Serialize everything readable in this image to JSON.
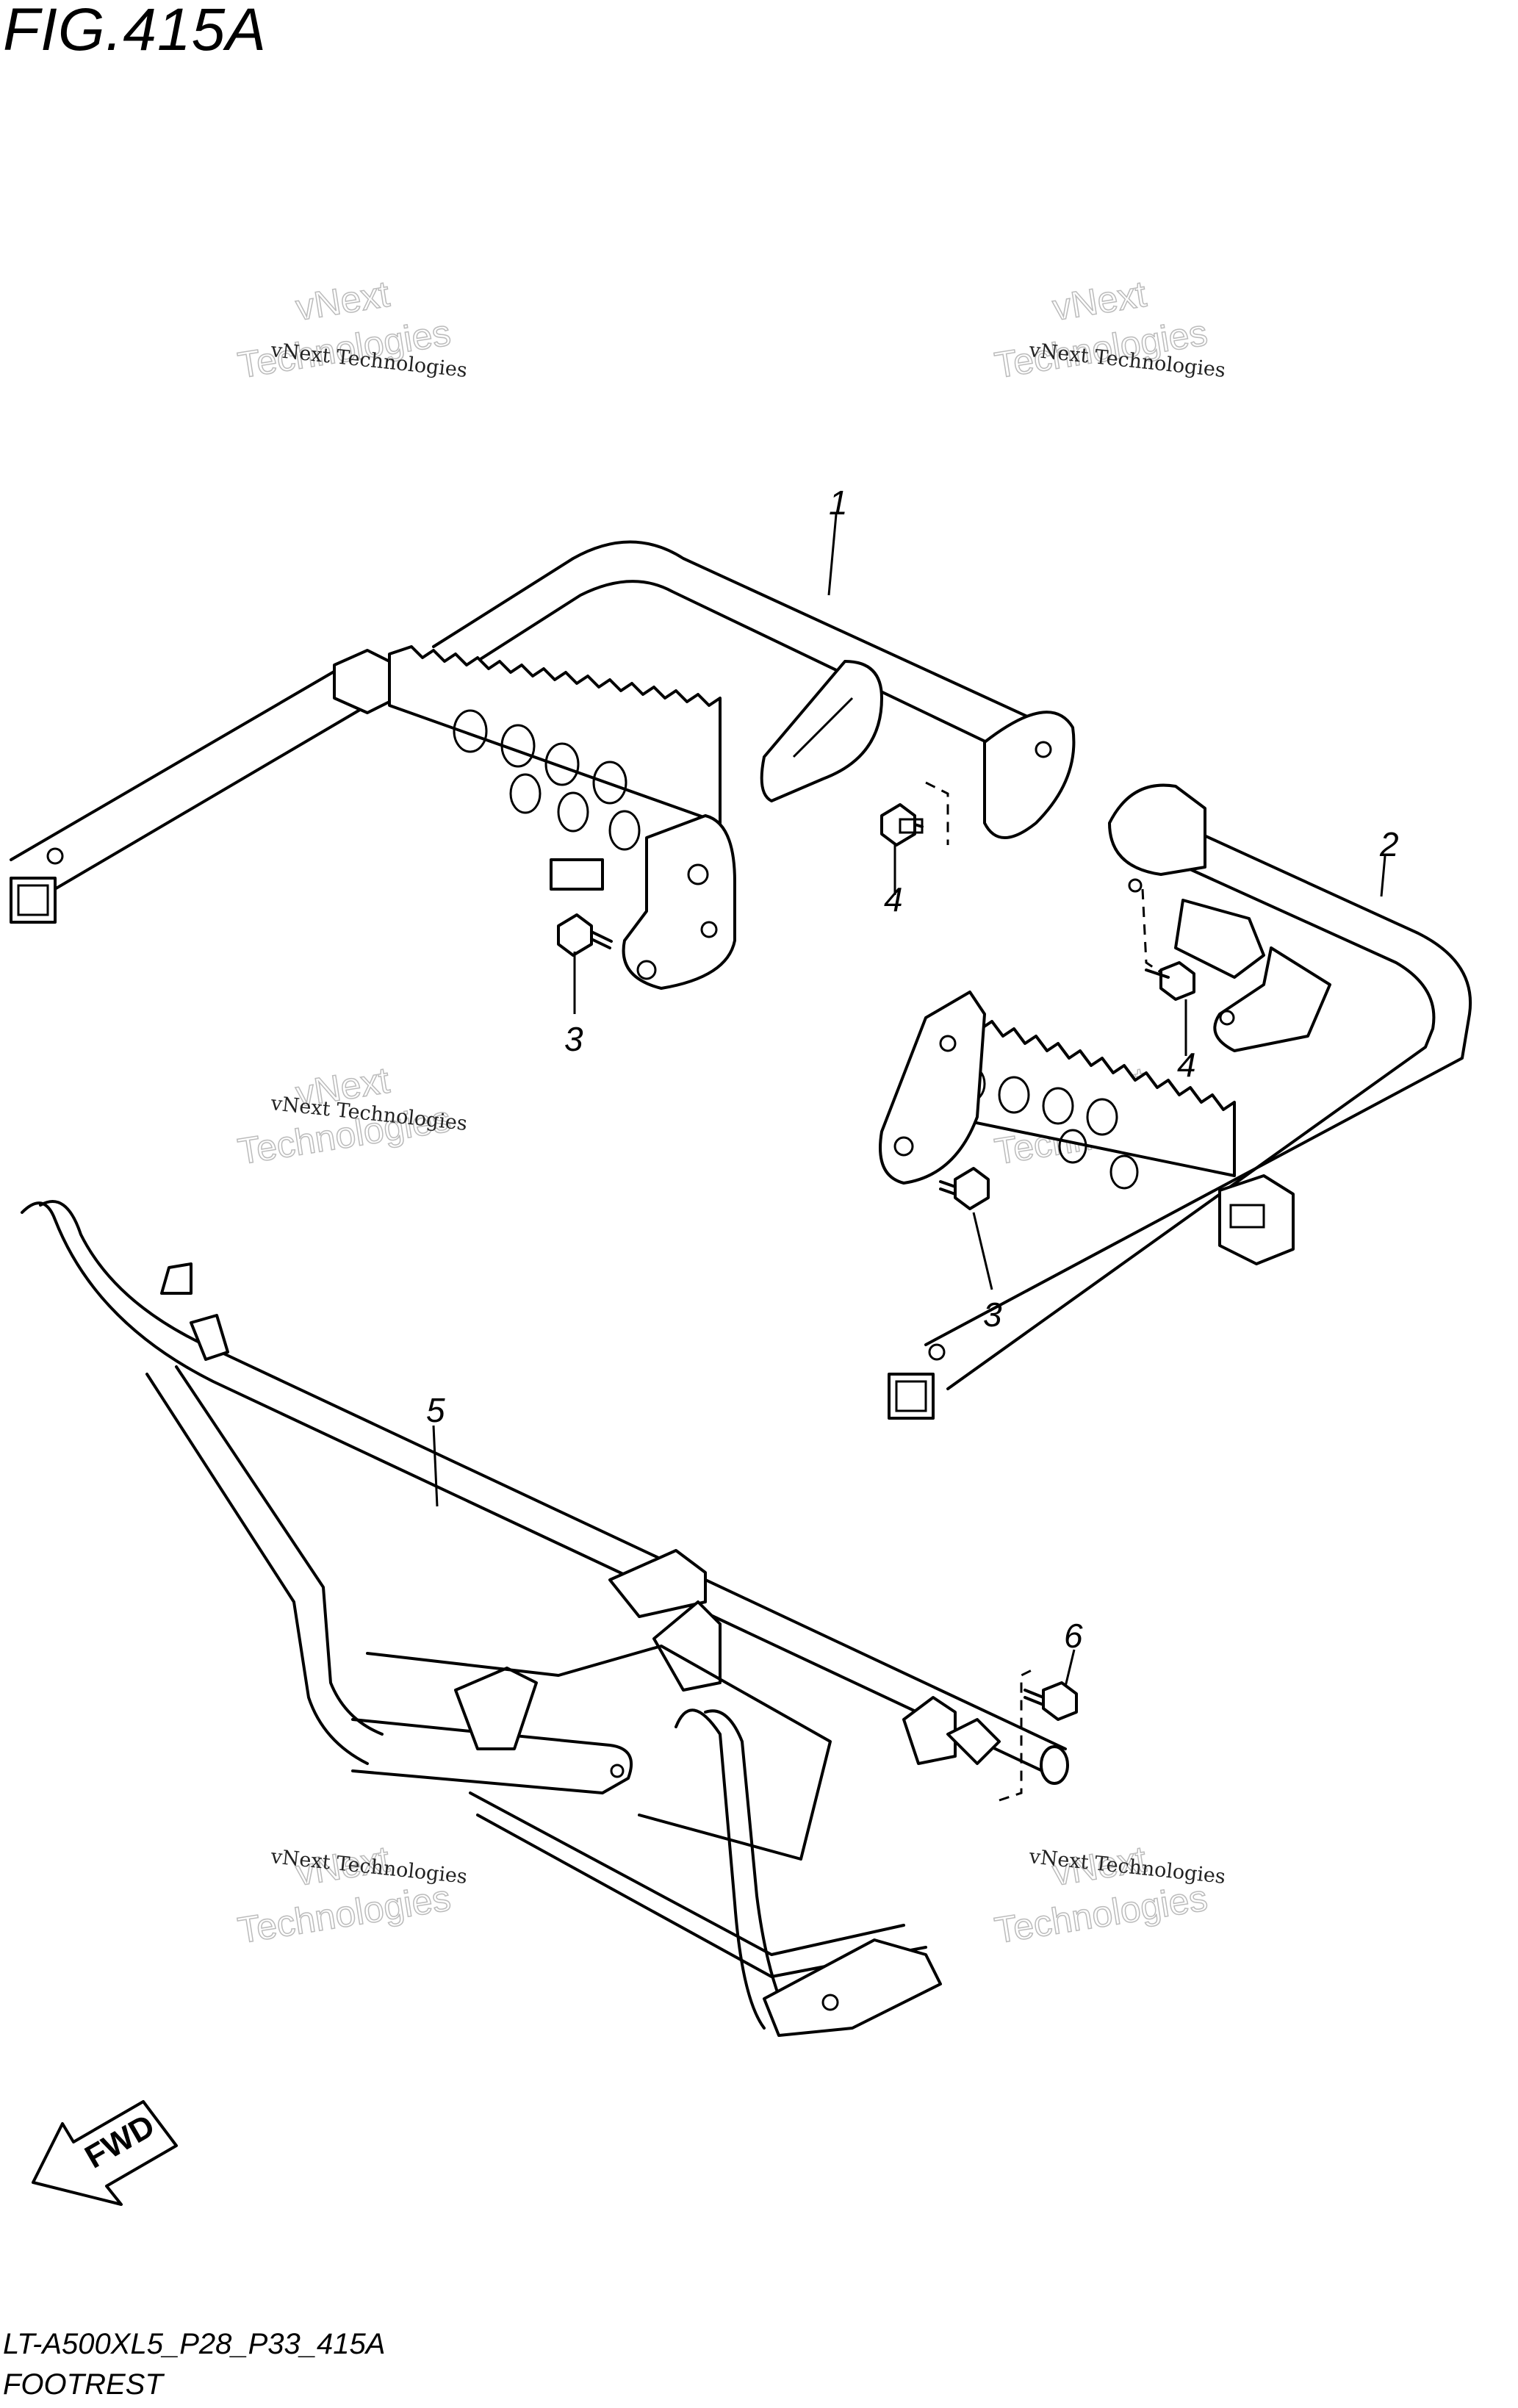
{
  "figure": {
    "title": "FIG.415A",
    "code": "LT-A500XL5_P28_P33_415A",
    "name": "FOOTREST"
  },
  "callouts": [
    {
      "id": "c1",
      "number": "1"
    },
    {
      "id": "c2",
      "number": "2"
    },
    {
      "id": "c3a",
      "number": "3"
    },
    {
      "id": "c3b",
      "number": "3"
    },
    {
      "id": "c4a",
      "number": "4"
    },
    {
      "id": "c4b",
      "number": "4"
    },
    {
      "id": "c5",
      "number": "5"
    },
    {
      "id": "c6",
      "number": "6"
    }
  ],
  "watermark": {
    "small": "vNext Technologies",
    "big_line1": "vNext",
    "big_line2": "Technologies"
  },
  "direction_badge": {
    "label": "FWD",
    "icon": "arrow-down-left-icon"
  }
}
